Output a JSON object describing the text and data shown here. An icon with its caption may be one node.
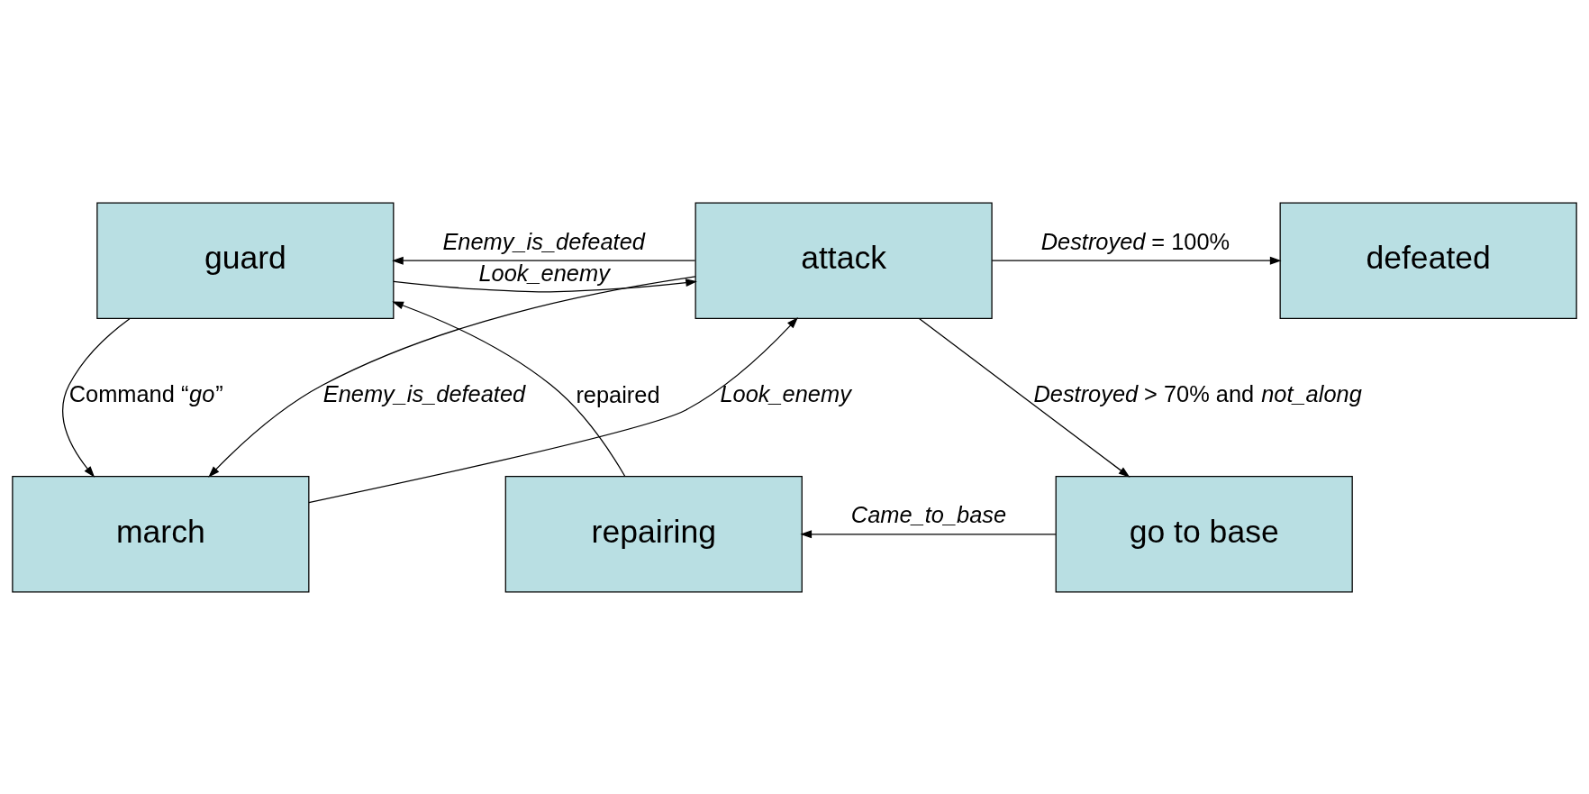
{
  "diagram": {
    "nodes": [
      {
        "text": [
          "guard"
        ]
      },
      {
        "text": [
          "attack"
        ]
      },
      {
        "text": [
          "defeated"
        ]
      },
      {
        "text": [
          "march"
        ]
      },
      {
        "text": [
          "repairing"
        ]
      },
      {
        "text": [
          "go to base"
        ]
      }
    ],
    "edges": [
      {
        "from": 1,
        "to": 0,
        "arrow": "to",
        "label": "Enemy_is_defeated"
      },
      {
        "from": 0,
        "to": 1,
        "arrow": "to",
        "label": "Look_enemy"
      },
      {
        "from": 1,
        "to": 2,
        "arrow": "to",
        "label": "*Destroyed* = 100%"
      },
      {
        "from": 0,
        "to": 3,
        "arrow": "to",
        "label": "Command “*go*”"
      },
      {
        "from": 3,
        "to": 1,
        "arrow": "to",
        "label": "Look_enemy"
      },
      {
        "from": 1,
        "to": 3,
        "arrow": "to",
        "label": "Enemy_is_defeated"
      },
      {
        "from": 4,
        "to": 0,
        "arrow": "to",
        "label": "repaired"
      },
      {
        "from": 1,
        "to": 5,
        "arrow": "to",
        "label": "*Destroyed* > 70% and *not_along*"
      },
      {
        "from": 5,
        "to": 4,
        "arrow": "to",
        "label": "Came_to_base"
      }
    ]
  }
}
